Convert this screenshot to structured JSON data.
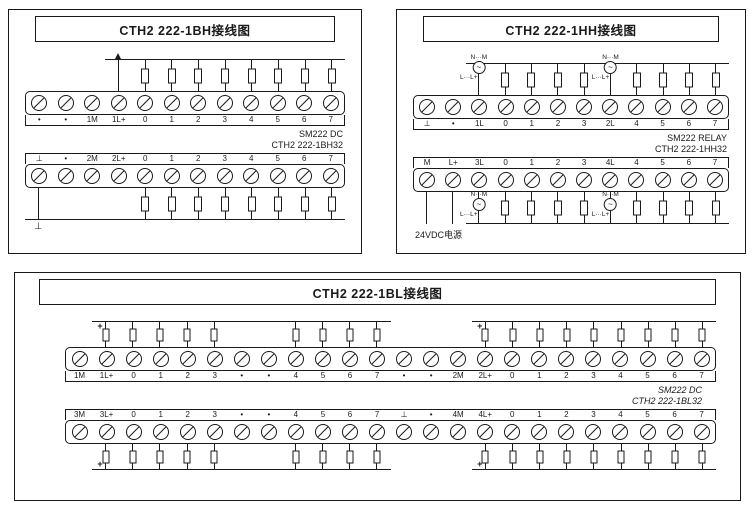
{
  "page": {
    "background": "#ffffff",
    "line_color": "#1a1a1a"
  },
  "panels": {
    "bh": {
      "title": "CTH2 222-1BH接线图",
      "model": {
        "line1": "SM222  DC",
        "line2": "CTH2 222-1BH32"
      },
      "gnd_symbol": "⊥",
      "top_strip": {
        "labels": [
          "•",
          "•",
          "1M",
          "1L+",
          "0",
          "1",
          "2",
          "3",
          "4",
          "5",
          "6",
          "7"
        ],
        "overlay": [
          "",
          "",
          "",
          "wire",
          "load",
          "load",
          "load",
          "load",
          "load",
          "load",
          "load",
          "load"
        ]
      },
      "bottom_strip": {
        "labels": [
          "⊥",
          "•",
          "2M",
          "2L+",
          "0",
          "1",
          "2",
          "3",
          "4",
          "5",
          "6",
          "7"
        ],
        "overlay": [
          "wire",
          "bus",
          "bus",
          "bus",
          "load",
          "load",
          "load",
          "load",
          "load",
          "load",
          "load",
          "load"
        ]
      }
    },
    "hh": {
      "title": "CTH2 222-1HH接线图",
      "model": {
        "line1": "SM222  RELAY",
        "line2": "CTH2 222-1HH32"
      },
      "psu_label": "24VDC电源",
      "ac_source": {
        "top_label": "N···M",
        "side_label": "L···L+",
        "symbol": "~"
      },
      "top_strip": {
        "labels": [
          "⊥",
          "•",
          "1L",
          "0",
          "1",
          "2",
          "3",
          "2L",
          "4",
          "5",
          "6",
          "7"
        ],
        "overlay": [
          "",
          "",
          "src",
          "load",
          "load",
          "load",
          "load",
          "src",
          "load",
          "load",
          "load",
          "load"
        ]
      },
      "bottom_strip": {
        "labels": [
          "M",
          "L+",
          "3L",
          "0",
          "1",
          "2",
          "3",
          "4L",
          "4",
          "5",
          "6",
          "7"
        ],
        "overlay": [
          "drop",
          "drop",
          "src",
          "load",
          "load",
          "load",
          "load",
          "src",
          "load",
          "load",
          "load",
          "load"
        ]
      }
    },
    "bl": {
      "title": "CTH2 222-1BL接线图",
      "model": {
        "line1": "SM222  DC",
        "line2": "CTH2 222-1BL32"
      },
      "plus_label": "+",
      "top_strip": {
        "labels": [
          "1M",
          "1L+",
          "0",
          "1",
          "2",
          "3",
          "•",
          "•",
          "4",
          "5",
          "6",
          "7",
          "•",
          "•",
          "2M",
          "2L+",
          "0",
          "1",
          "2",
          "3",
          "4",
          "5",
          "6",
          "7"
        ],
        "overlay": [
          "",
          "load",
          "load",
          "load",
          "load",
          "load",
          "bus",
          "bus",
          "load",
          "load",
          "load",
          "load",
          "",
          "",
          "",
          "load",
          "load",
          "load",
          "load",
          "load",
          "load",
          "load",
          "load",
          "load"
        ]
      },
      "bottom_strip": {
        "labels": [
          "3M",
          "3L+",
          "0",
          "1",
          "2",
          "3",
          "•",
          "•",
          "4",
          "5",
          "6",
          "7",
          "⊥",
          "•",
          "4M",
          "4L+",
          "0",
          "1",
          "2",
          "3",
          "4",
          "5",
          "6",
          "7"
        ],
        "overlay": [
          "",
          "load",
          "load",
          "load",
          "load",
          "load",
          "bus",
          "bus",
          "load",
          "load",
          "load",
          "load",
          "",
          "",
          "",
          "load",
          "load",
          "load",
          "load",
          "load",
          "load",
          "load",
          "load",
          "load"
        ]
      }
    }
  }
}
